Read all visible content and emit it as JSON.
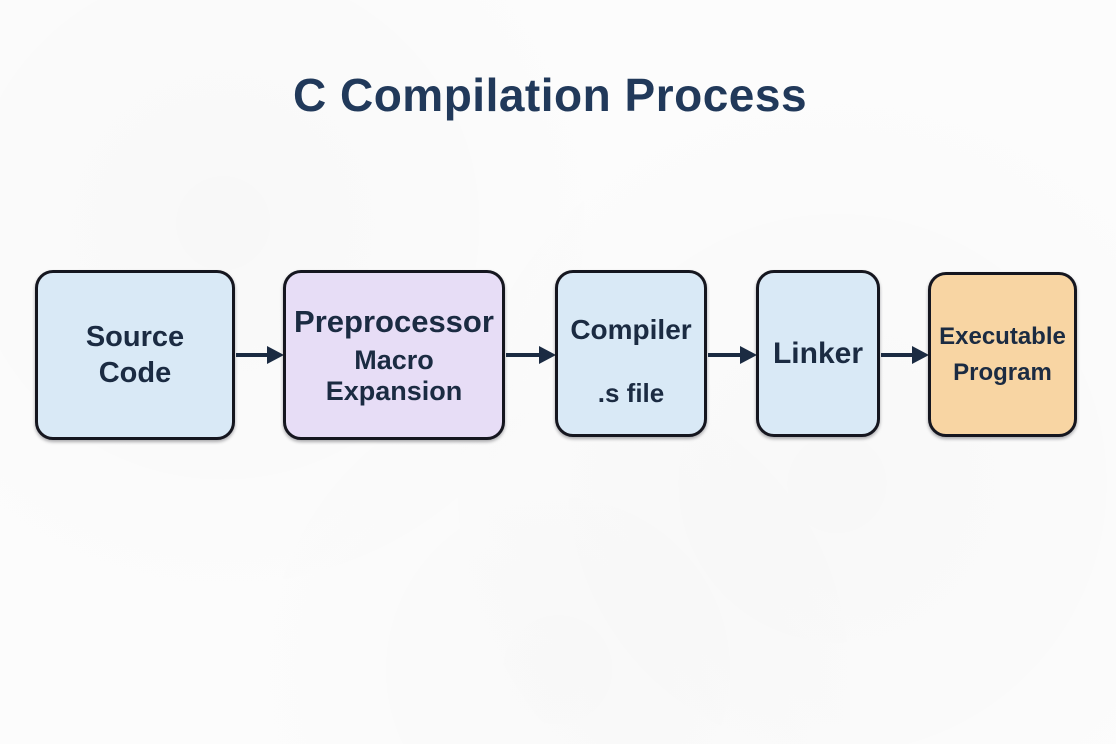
{
  "title": "C Compilation Process",
  "diagram": {
    "nodes": [
      {
        "id": "source-code",
        "label": "Source\nCode",
        "sublabel": "",
        "fill": "#d9e9f6"
      },
      {
        "id": "preprocessor",
        "label": "Preprocessor",
        "sublabel": "Macro\nExpansion",
        "fill": "#e7ddf6"
      },
      {
        "id": "compiler",
        "label": "Compiler",
        "sublabel": ".s file",
        "fill": "#d9e9f6"
      },
      {
        "id": "linker",
        "label": "Linker",
        "sublabel": "",
        "fill": "#d9e9f6"
      },
      {
        "id": "executable-program",
        "label": "Executable\nProgram",
        "sublabel": "",
        "fill": "#f8d5a3"
      }
    ],
    "edges": [
      {
        "from": "source-code",
        "to": "preprocessor"
      },
      {
        "from": "preprocessor",
        "to": "compiler"
      },
      {
        "from": "compiler",
        "to": "linker"
      },
      {
        "from": "linker",
        "to": "executable-program"
      }
    ],
    "colors": {
      "background": "#fcfcfc",
      "border": "#15161f",
      "text": "#1b2b42",
      "title": "#21395a",
      "arrow": "#1b2b42",
      "node_blue": "#d9e9f6",
      "node_purple": "#e7ddf6",
      "node_orange": "#f8d5a3"
    }
  }
}
